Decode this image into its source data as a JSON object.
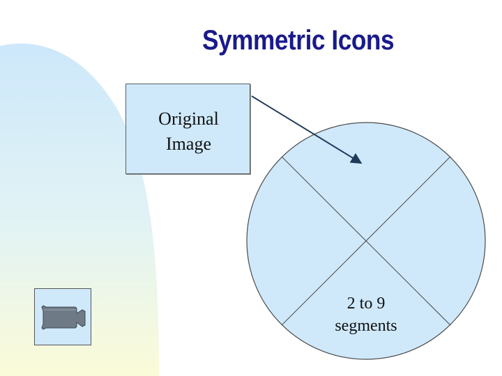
{
  "slide": {
    "title": "Symmetric Icons"
  },
  "original_box": {
    "line1": "Original",
    "line2": "Image"
  },
  "circle": {
    "label_line1": "2 to 9",
    "label_line2": "segments"
  },
  "icons": {
    "corner_icon": "video-camera-icon"
  },
  "colors": {
    "title": "#1a1a8c",
    "box_fill": "#cfe9fb",
    "arrow": "#1f3a5a",
    "camera": "#6e7b87"
  }
}
